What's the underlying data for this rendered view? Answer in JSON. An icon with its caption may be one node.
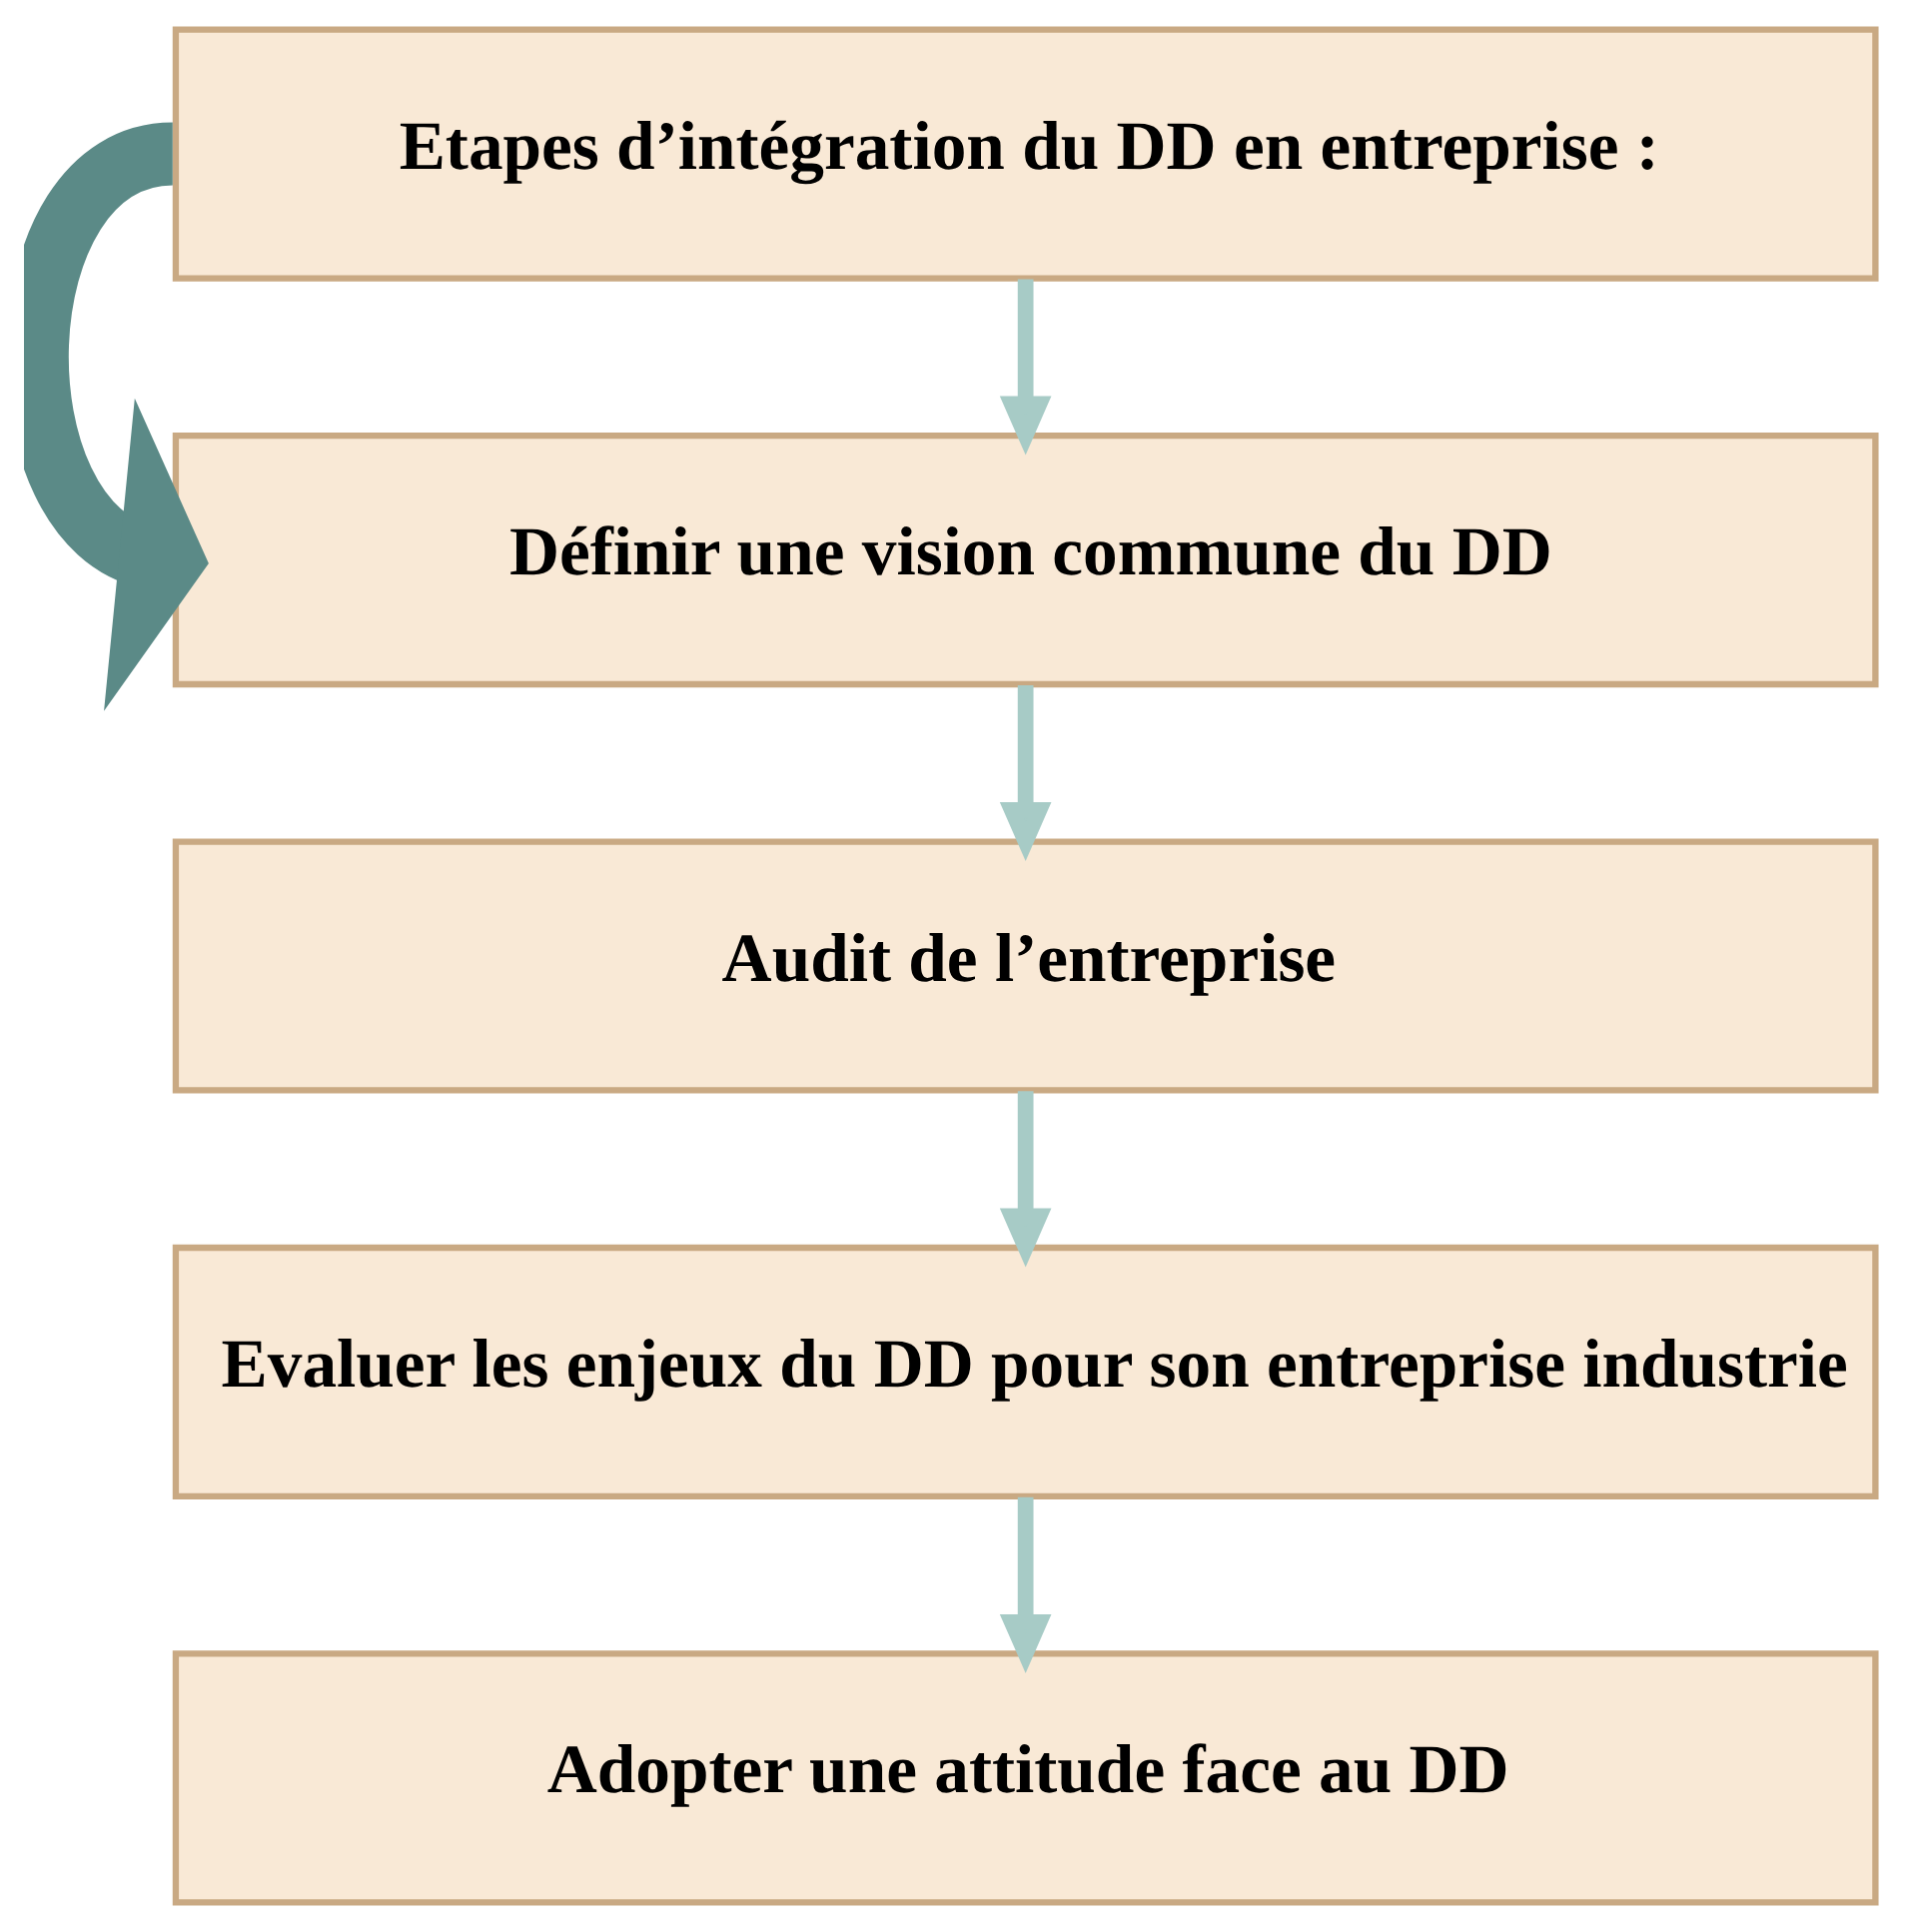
{
  "diagram": {
    "nodes": [
      {
        "text": [
          "Etapes d’intégration du DD en entreprise :"
        ]
      },
      {
        "text": [
          "Définir une vision commune du DD"
        ]
      },
      {
        "text": [
          "Audit de l’entreprise"
        ]
      },
      {
        "text": [
          "Evaluer les enjeux du DD pour son entreprise industrie"
        ]
      },
      {
        "text": [
          "Adopter une attitude face au DD"
        ]
      }
    ],
    "edges": [
      {
        "from": 0,
        "to": 1,
        "arrow": "to"
      },
      {
        "from": 1,
        "to": 2,
        "arrow": "to"
      },
      {
        "from": 2,
        "to": 3,
        "arrow": "to"
      },
      {
        "from": 3,
        "to": 4,
        "arrow": "to"
      },
      {
        "from": 0,
        "to": 1,
        "arrow": "to",
        "style": "thick",
        "color": "#5b8a87"
      }
    ]
  }
}
